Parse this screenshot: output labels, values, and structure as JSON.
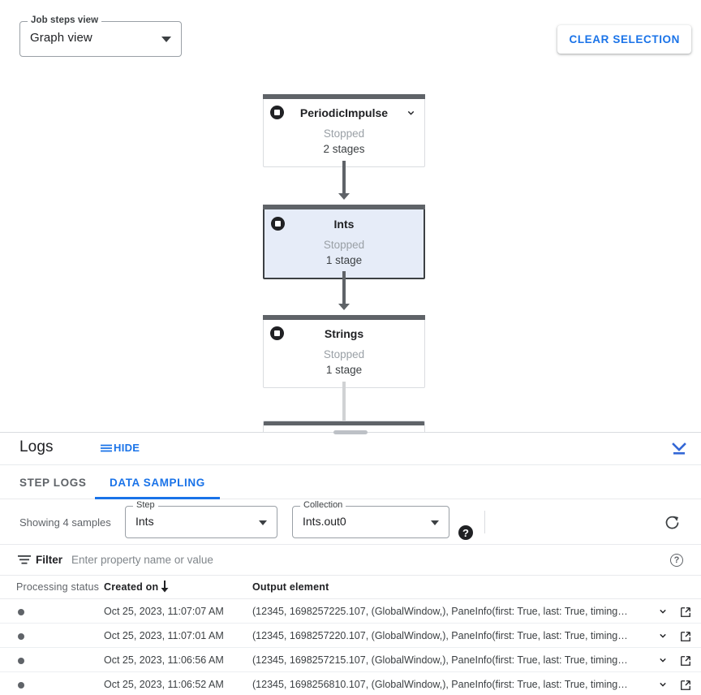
{
  "toolbar": {
    "view_select": {
      "legend": "Job steps view",
      "value": "Graph view"
    },
    "clear_selection_label": "CLEAR SELECTION"
  },
  "graph": {
    "nodes": [
      {
        "name": "PeriodicImpulse",
        "status": "Stopped",
        "stages": "2 stages",
        "selected": false,
        "has_chevron": true
      },
      {
        "name": "Ints",
        "status": "Stopped",
        "stages": "1 stage",
        "selected": true,
        "has_chevron": false
      },
      {
        "name": "Strings",
        "status": "Stopped",
        "stages": "1 stage",
        "selected": false,
        "has_chevron": false
      }
    ]
  },
  "logs": {
    "title": "Logs",
    "hide_label": "HIDE",
    "tabs": [
      {
        "label": "STEP LOGS",
        "active": false
      },
      {
        "label": "DATA SAMPLING",
        "active": true
      }
    ],
    "sampling": {
      "showing_text": "Showing 4 samples",
      "step_select": {
        "legend": "Step",
        "value": "Ints"
      },
      "collection_select": {
        "legend": "Collection",
        "value": "Ints.out0"
      },
      "help_glyph": "?",
      "refresh_icon": "refresh-icon"
    },
    "filter": {
      "label": "Filter",
      "placeholder": "Enter property name or value",
      "value": "",
      "help_glyph": "?"
    },
    "table": {
      "columns": [
        "Processing status",
        "Created on",
        "Output element"
      ],
      "sorted_by": "Created on",
      "sort_direction": "desc",
      "rows": [
        {
          "created_on": "Oct 25, 2023, 11:07:07 AM",
          "output_element": "(12345, 1698257225.107, (GlobalWindow,), PaneInfo(first: True, last: True, timing…"
        },
        {
          "created_on": "Oct 25, 2023, 11:07:01 AM",
          "output_element": "(12345, 1698257220.107, (GlobalWindow,), PaneInfo(first: True, last: True, timing…"
        },
        {
          "created_on": "Oct 25, 2023, 11:06:56 AM",
          "output_element": "(12345, 1698257215.107, (GlobalWindow,), PaneInfo(first: True, last: True, timing…"
        },
        {
          "created_on": "Oct 25, 2023, 11:06:52 AM",
          "output_element": "(12345, 1698256810.107, (GlobalWindow,), PaneInfo(first: True, last: True, timing…"
        }
      ]
    }
  },
  "colors": {
    "accent_blue": "#1a73e8",
    "node_border_selected": "#3c4043",
    "node_fill_selected": "#e6ecf8",
    "node_topbar": "#5f6368",
    "text_primary": "#202124",
    "text_secondary": "#5f6368"
  }
}
